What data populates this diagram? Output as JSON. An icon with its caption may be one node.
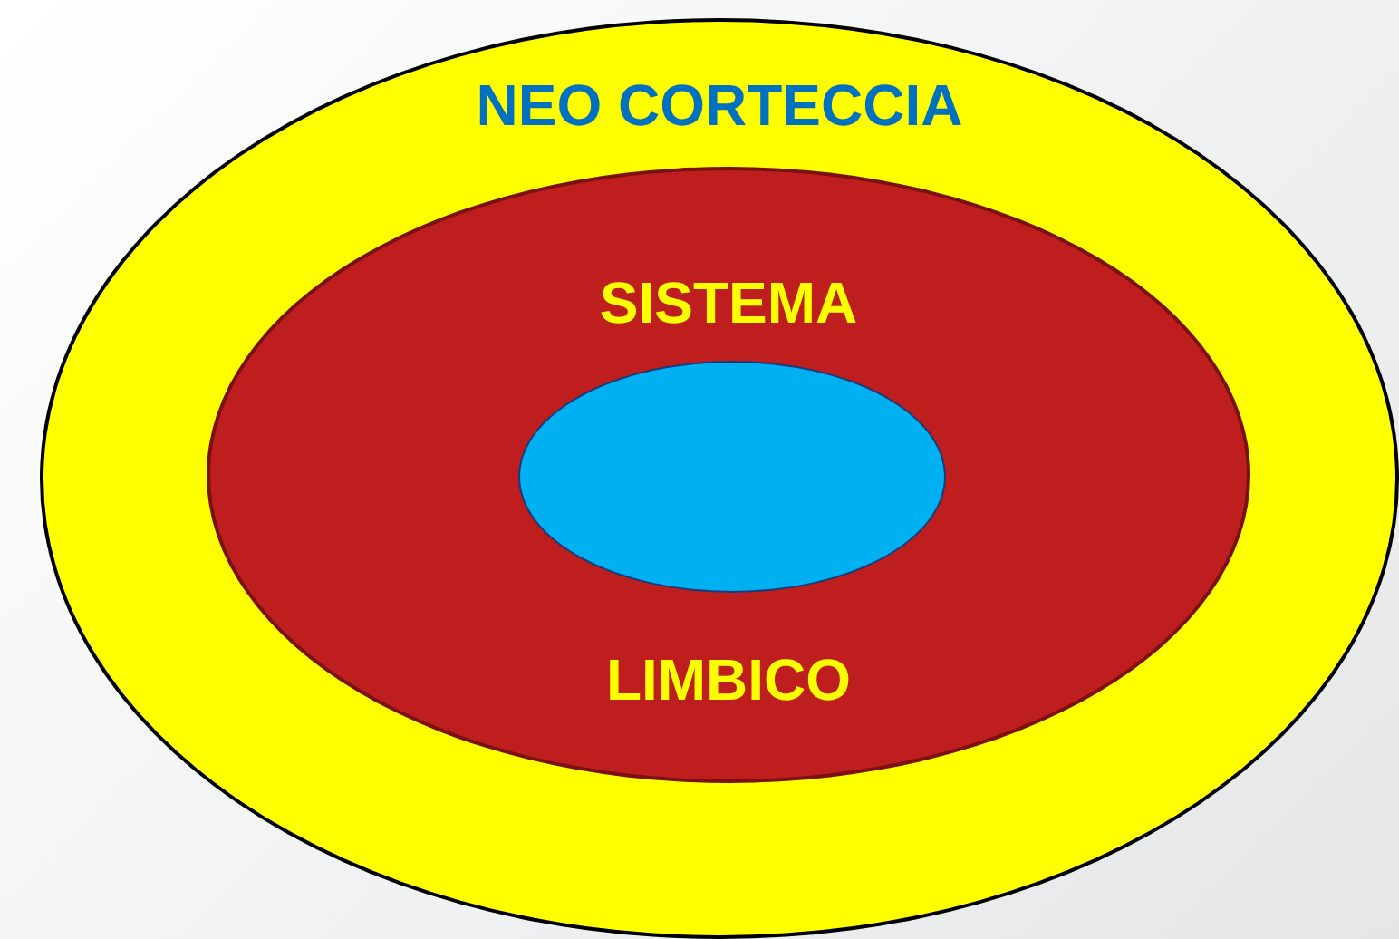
{
  "diagram": {
    "nodes": [
      {
        "text": [
          "NEO CORTECCIA"
        ]
      },
      {
        "text": [
          "SISTEMA",
          "LIMBICO"
        ],
        "in": 0
      },
      {
        "text": [],
        "shape": "ellipse",
        "in": 1
      }
    ]
  }
}
